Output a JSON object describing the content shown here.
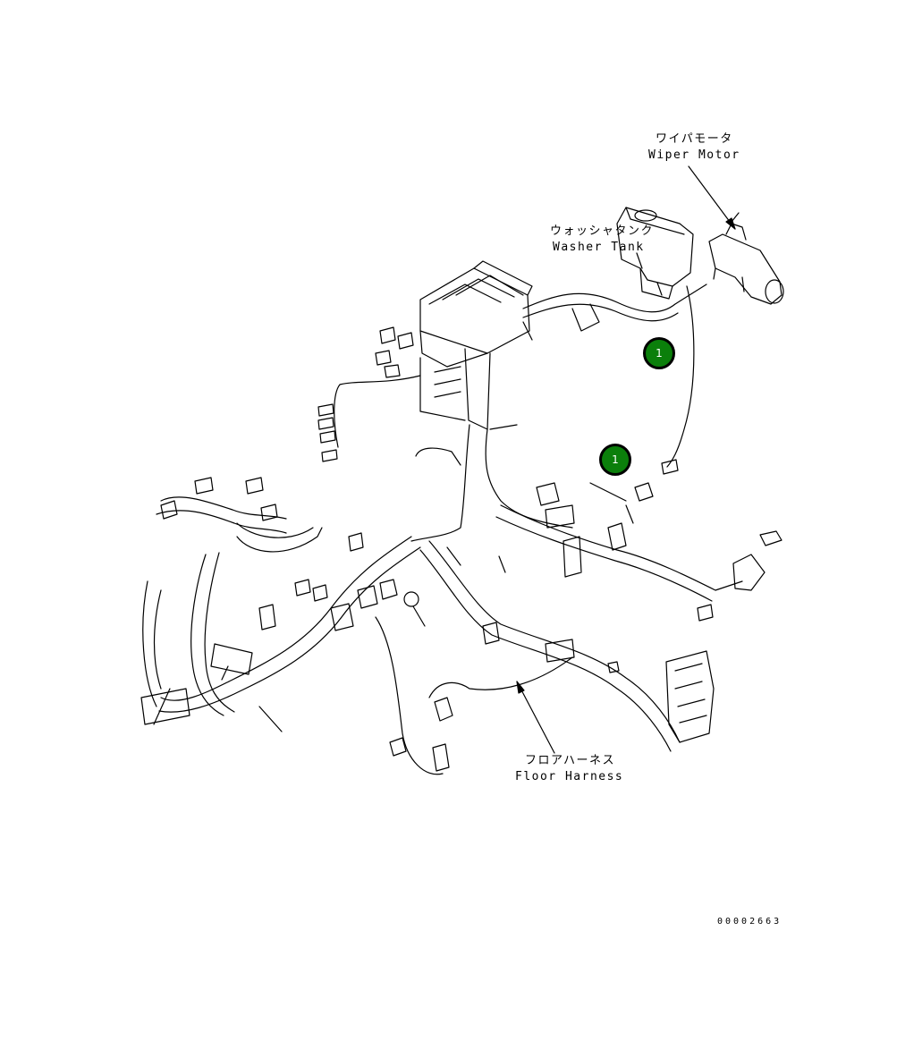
{
  "labels": {
    "wiper_motor_jp": "ワイパモータ",
    "wiper_motor_en": "Wiper Motor",
    "washer_tank_jp": "ウォッシャタンク",
    "washer_tank_en": "Washer Tank",
    "floor_harness_jp": "フロアハーネス",
    "floor_harness_en": "Floor Harness"
  },
  "callouts": [
    {
      "number": "1"
    },
    {
      "number": "1"
    }
  ],
  "drawing_id": "00002663",
  "colors": {
    "callout_fill": "#0b7f0b",
    "line": "#000000"
  }
}
